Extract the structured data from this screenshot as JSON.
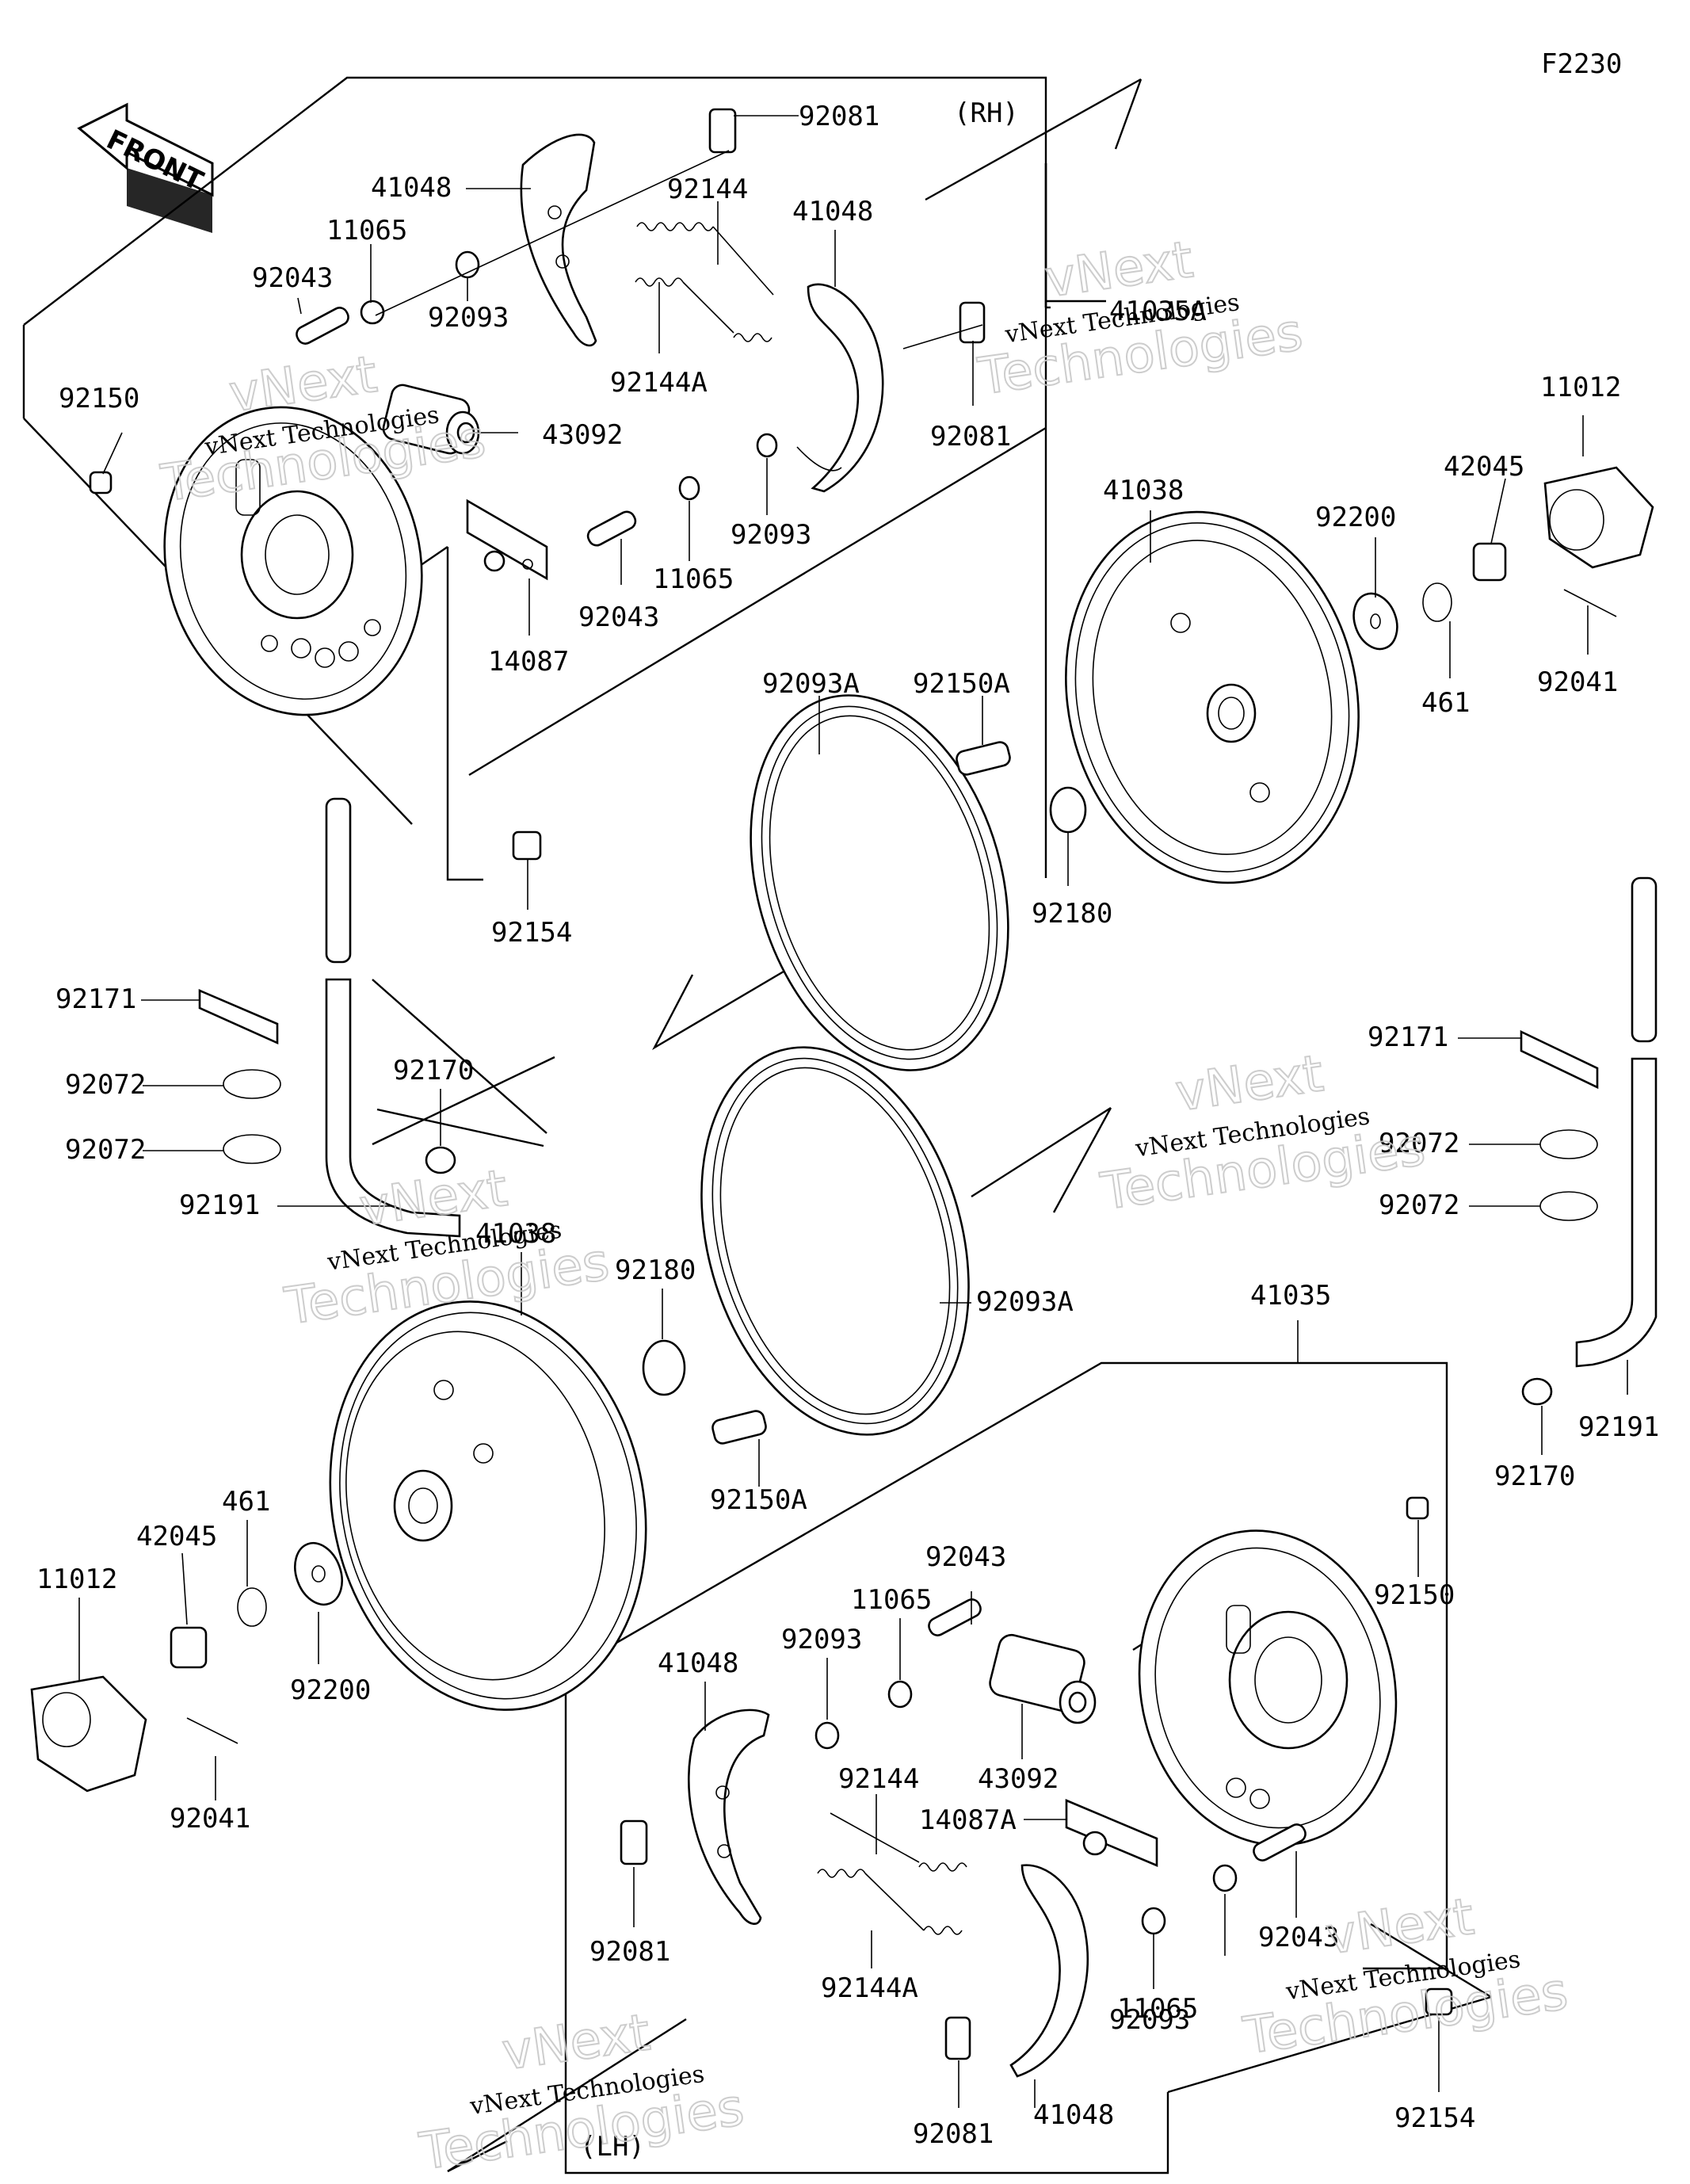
{
  "diagram_id": "F2230",
  "side_labels": {
    "rh": "(RH)",
    "lh": "(LH)"
  },
  "front_arrow": {
    "text": "FRONT",
    "icon": "front-arrow-icon"
  },
  "watermark": {
    "line1": "vNext Technologies",
    "line2": "Technologies",
    "line3": "vNext"
  },
  "parts": {
    "p92081_rh_a": "92081",
    "p41048_rh_a": "41048",
    "p11065_rh_a": "11065",
    "p92043_rh_a": "92043",
    "p92093_rh_a": "92093",
    "p92144_rh": "92144",
    "p41048_rh_b": "41048",
    "p92144A_rh": "92144A",
    "p41035A": "41035A",
    "p92150_rh": "92150",
    "p43092_rh": "43092",
    "p92081_rh_b": "92081",
    "p11012_rh": "11012",
    "p42045_rh": "42045",
    "p41038_rh": "41038",
    "p92200_rh": "92200",
    "p92093_rh_b": "92093",
    "p11065_rh_b": "11065",
    "p92043_rh_b": "92043",
    "p14087": "14087",
    "p461_rh": "461",
    "p92041_rh": "92041",
    "p92093A_rh": "92093A",
    "p92150A_rh": "92150A",
    "p92154_rh": "92154",
    "p92180_rh": "92180",
    "p92171_l": "92171",
    "p92072_l1": "92072",
    "p92170_l": "92170",
    "p92072_l2": "92072",
    "p92191_l": "92191",
    "p92171_r": "92171",
    "p92072_r1": "92072",
    "p92072_r2": "92072",
    "p41038_lh": "41038",
    "p92180_lh": "92180",
    "p92093A_lh": "92093A",
    "p41035": "41035",
    "p92191_r": "92191",
    "p92150A_lh": "92150A",
    "p92170_r": "92170",
    "p461_lh": "461",
    "p42045_lh": "42045",
    "p11012_lh": "11012",
    "p92200_lh": "92200",
    "p92150_lh": "92150",
    "p92043_lh_a": "92043",
    "p11065_lh_a": "11065",
    "p92093_lh_a": "92093",
    "p41048_lh_a": "41048",
    "p43092_lh": "43092",
    "p92041_lh": "92041",
    "p92144_lh": "92144",
    "p14087A": "14087A",
    "p92081_lh_a": "92081",
    "p92043_lh_b": "92043",
    "p92144A_lh": "92144A",
    "p11065_lh_b": "11065",
    "p92093_lh_b": "92093",
    "p92081_lh_b": "92081",
    "p41048_lh_b": "41048",
    "p92154_lh": "92154"
  }
}
